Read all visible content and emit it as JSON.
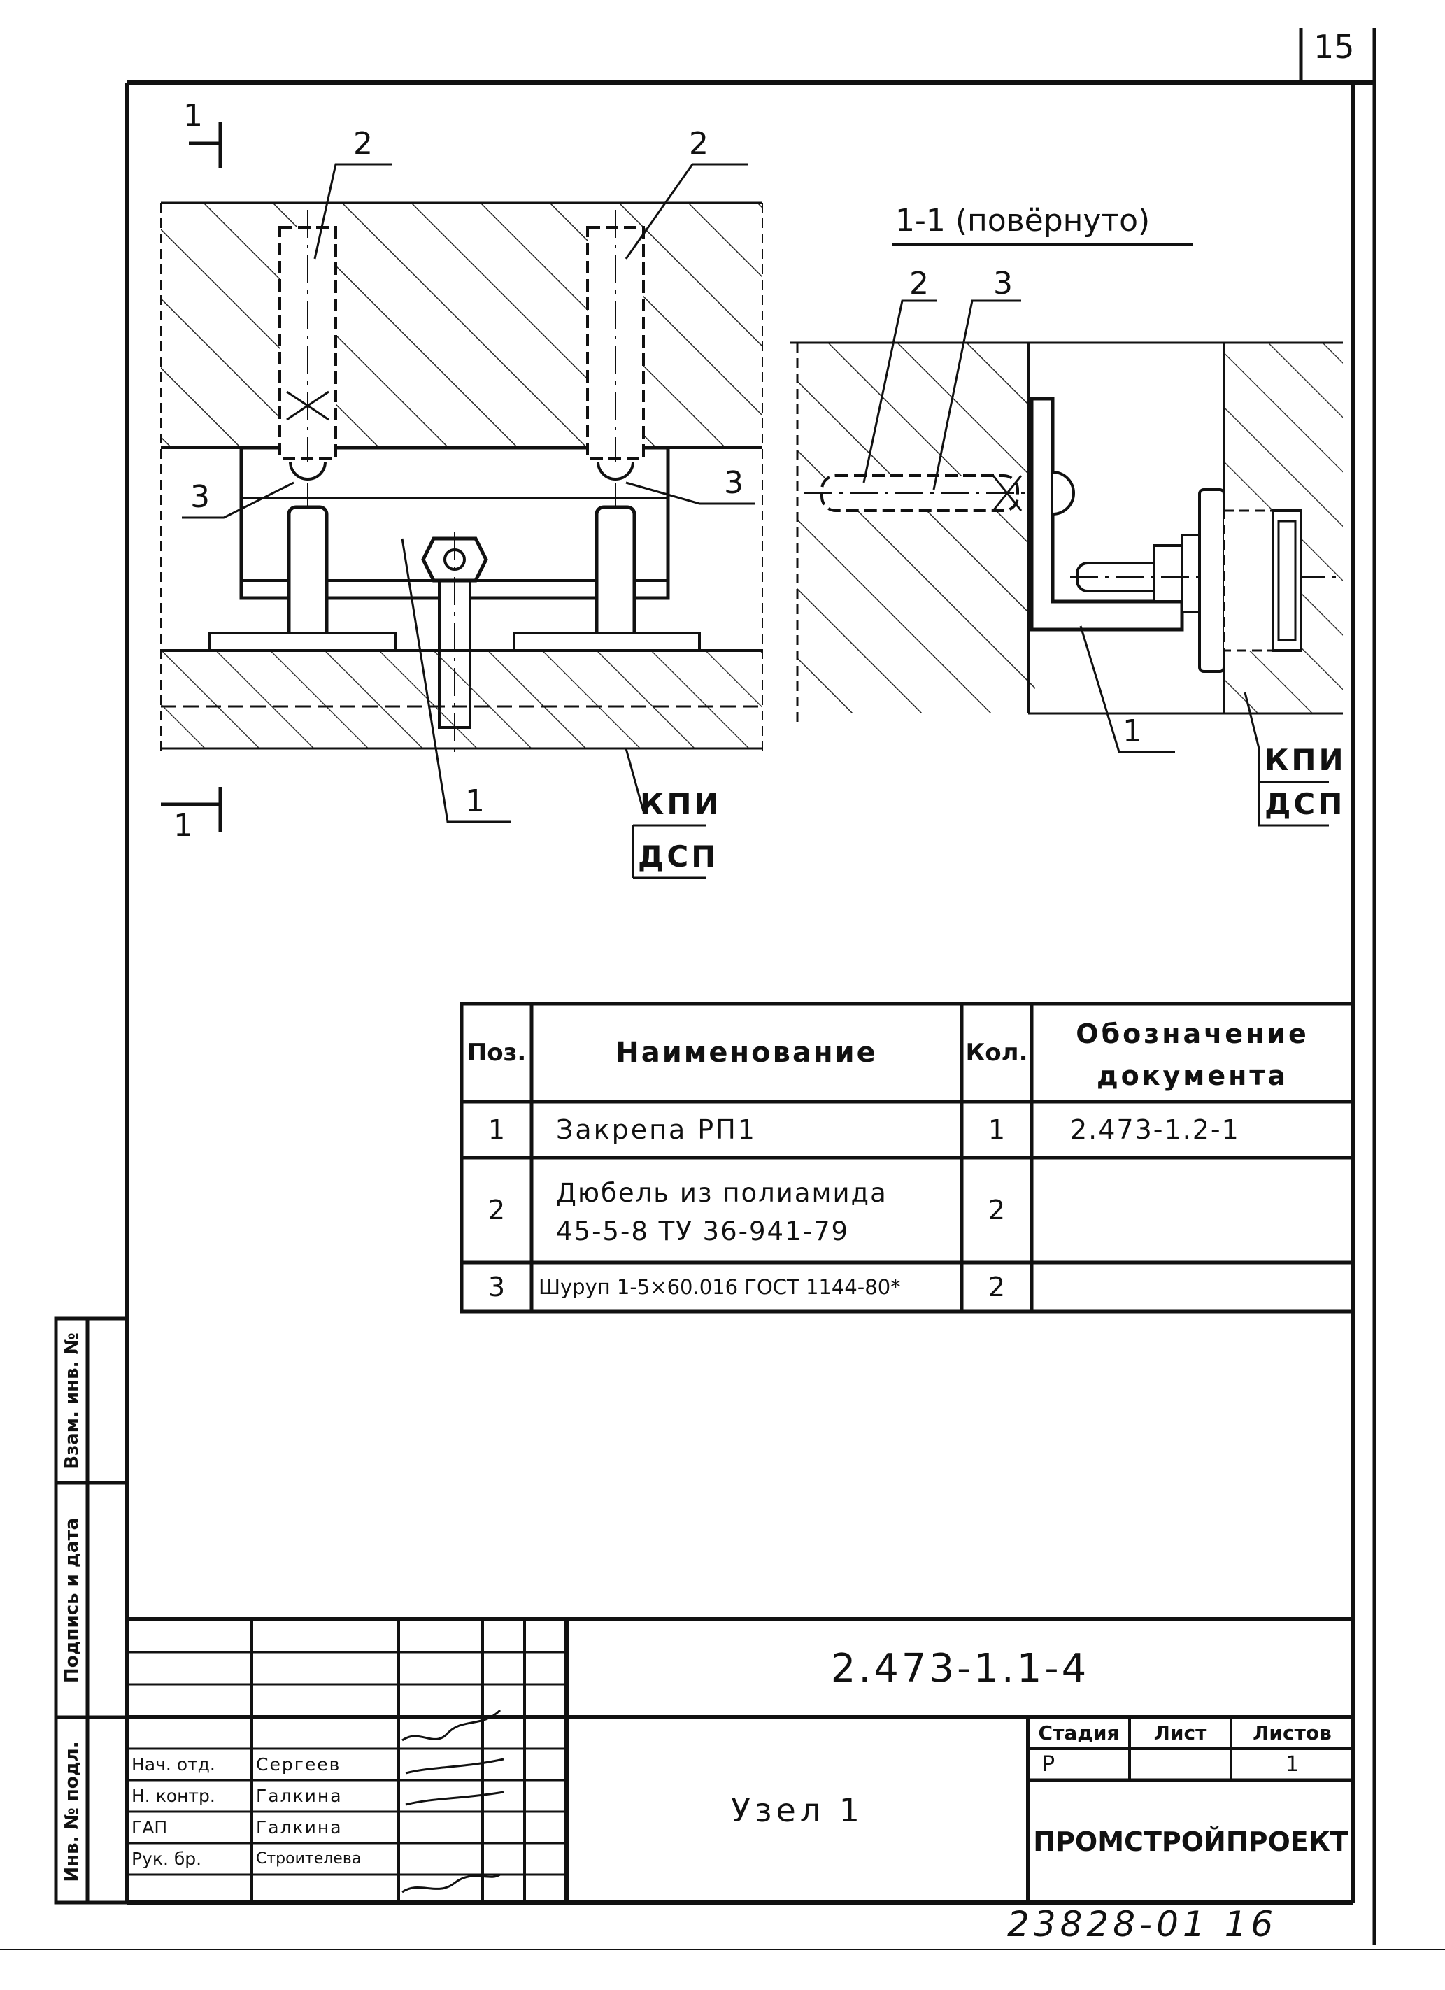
{
  "sheet_number": "15",
  "section_title": "1-1 (повёрнуто)",
  "cut_marker": "1",
  "leaders": {
    "left_pos2a": "2",
    "left_pos2b": "2",
    "left_pos3a": "3",
    "left_pos3b": "3",
    "left_pos1": "1",
    "right_pos2": "2",
    "right_pos3": "3",
    "right_pos1": "1"
  },
  "material_labels": {
    "left_top": "КПИ",
    "left_bottom": "ДСП",
    "right_top": "КПИ",
    "right_bottom": "ДСП"
  },
  "spec_table": {
    "headers": {
      "pos": "Поз.",
      "name": "Наименование",
      "qty": "Кол.",
      "doc_line1": "Обозначение",
      "doc_line2": "документа"
    },
    "rows": [
      {
        "pos": "1",
        "name1": "Закрепа РП1",
        "name2": "",
        "qty": "1",
        "doc": "2.473-1.2-1"
      },
      {
        "pos": "2",
        "name1": "Дюбель из полиамида",
        "name2": "45-5-8 ТУ 36-941-79",
        "qty": "2",
        "doc": ""
      },
      {
        "pos": "3",
        "name1": "Шуруп 1-5×60.016 ГОСТ 1144-80*",
        "name2": "",
        "qty": "2",
        "doc": ""
      }
    ]
  },
  "side_stamp": {
    "inv_podl": "Инв. № подл.",
    "podpis_data": "Подпись и дата",
    "vzam_inv": "Взам. инв. №"
  },
  "title_block": {
    "designation": "2.473-1.1-4",
    "title": "Узел 1",
    "stage_label": "Стадия",
    "sheet_label": "Лист",
    "sheets_label": "Листов",
    "stage_value": "Р",
    "sheet_value": "",
    "sheets_value": "1",
    "organization": "ПРОМСТРОЙПРОЕКТ",
    "people": [
      {
        "role": "Нач. отд.",
        "name": "Сергеев"
      },
      {
        "role": "Н. контр.",
        "name": "Галкина"
      },
      {
        "role": "ГАП",
        "name": "Галкина"
      },
      {
        "role": "Рук. бр.",
        "name": "Строителева"
      }
    ]
  },
  "inventory_number": "23828-01 16"
}
